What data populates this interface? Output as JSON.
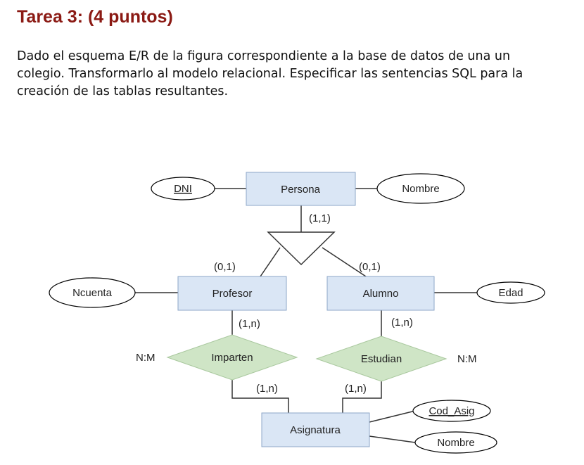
{
  "header": {
    "title": "Tarea 3: (4 puntos)"
  },
  "instructions": {
    "line1": "Dado el esquema E/R de la figura correspondiente a la base de datos de una un",
    "line2": "colegio. Transformarlo al modelo relacional. Especificar las sentencias SQL para la",
    "line3": "creación de las tablas resultantes."
  },
  "diagram": {
    "entities": {
      "persona": "Persona",
      "profesor": "Profesor",
      "alumno": "Alumno",
      "asignatura": "Asignatura"
    },
    "relationships": {
      "imparten": "Imparten",
      "estudian": "Estudian"
    },
    "attributes": {
      "dni": "DNI",
      "nombre_persona": "Nombre",
      "ncuenta": "Ncuenta",
      "edad": "Edad",
      "cod_asig": "Cod_Asig",
      "nombre_asignatura": "Nombre"
    },
    "cardinalities": {
      "persona_isa": "(1,1)",
      "isa_profesor": "(0,1)",
      "isa_alumno": "(0,1)",
      "profesor_imparten": "(1,n)",
      "alumno_estudian": "(1,n)",
      "imparten_asignatura": "(1,n)",
      "estudian_asignatura": "(1,n)"
    },
    "relationship_types": {
      "imparten": "N:M",
      "estudian": "N:M"
    },
    "colors": {
      "entity_fill": "#dae6f5",
      "relationship_fill": "#cfe5c6",
      "title": "#8b1a14"
    }
  }
}
